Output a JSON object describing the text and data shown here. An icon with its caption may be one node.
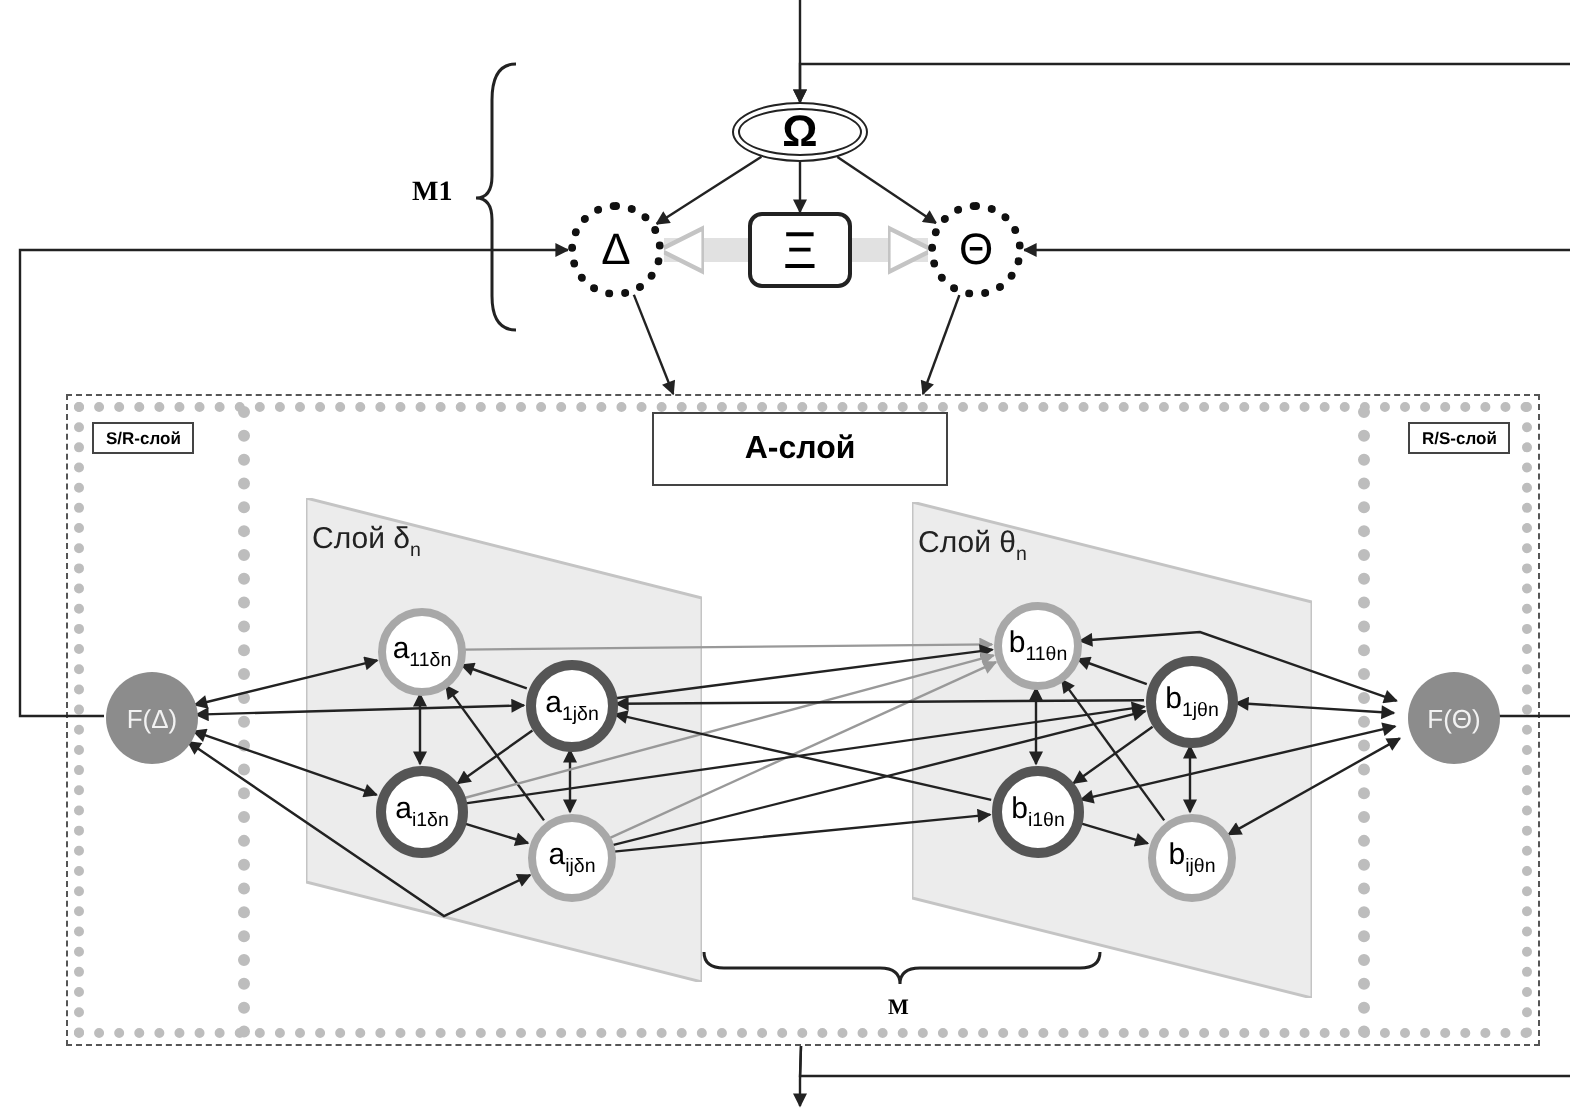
{
  "diagram": {
    "nodes": [
      {
        "text": [
          "Ω"
        ]
      },
      {
        "text": [
          "Δ"
        ]
      },
      {
        "text": [
          "Ξ"
        ]
      },
      {
        "text": [
          "Θ"
        ]
      },
      {
        "text": [],
        "shape": "box"
      },
      {
        "text": [
          "S/R-слой"
        ],
        "in": 4
      },
      {
        "text": [
          "A-слой"
        ],
        "in": 4
      },
      {
        "text": [
          "R/S-слой"
        ],
        "in": 4
      },
      {
        "text": [
          "Слой δ$_{n}$"
        ],
        "in": 4
      },
      {
        "text": [
          "Слой θ$_{n}$"
        ],
        "in": 4
      },
      {
        "text": [
          "F(Δ)"
        ],
        "in": 5
      },
      {
        "text": [
          "a$_{11δn}$"
        ],
        "in": 8
      },
      {
        "text": [
          "a$_{1jδn}$"
        ],
        "in": 8
      },
      {
        "text": [
          "a$_{i1δn}$"
        ],
        "in": 8
      },
      {
        "text": [
          "a$_{ijδn}$"
        ],
        "in": 8
      },
      {
        "text": [
          "b$_{11θn}$"
        ],
        "in": 9
      },
      {
        "text": [
          "b$_{1jθn}$"
        ],
        "in": 9
      },
      {
        "text": [
          "b$_{i1θn}$"
        ],
        "in": 9
      },
      {
        "text": [
          "b$_{ijθn}$"
        ],
        "in": 9
      },
      {
        "text": [
          "F(Θ)"
        ],
        "in": 7
      }
    ],
    "edges": [
      {
        "from": null,
        "to": 0,
        "arrow": "to"
      },
      {
        "from": null,
        "to": 0,
        "arrow": "to"
      },
      {
        "from": 0,
        "to": 1,
        "arrow": "to"
      },
      {
        "from": 0,
        "to": 2,
        "arrow": "to"
      },
      {
        "from": 0,
        "to": 3,
        "arrow": "to"
      },
      {
        "from": 2,
        "to": 1,
        "arrow": "to",
        "style": "thick",
        "color": "#d4d4d4"
      },
      {
        "from": 2,
        "to": 3,
        "arrow": "to",
        "style": "thick",
        "color": "#d4d4d4"
      },
      {
        "from": 10,
        "to": 1,
        "arrow": "to"
      },
      {
        "from": null,
        "to": 3,
        "arrow": "to"
      },
      {
        "from": 1,
        "to": 4,
        "arrow": "to"
      },
      {
        "from": 3,
        "to": 4,
        "arrow": "to"
      },
      {
        "from": 19,
        "to": null,
        "arrow": "none"
      },
      {
        "from": 4,
        "to": null,
        "arrow": "to"
      },
      {
        "from": 4,
        "to": null,
        "arrow": "none"
      },
      {
        "from": 10,
        "to": 11,
        "arrow": "both"
      },
      {
        "from": 10,
        "to": 12,
        "arrow": "both"
      },
      {
        "from": 10,
        "to": 13,
        "arrow": "both"
      },
      {
        "from": 10,
        "to": 14,
        "arrow": "both"
      },
      {
        "from": 19,
        "to": 15,
        "arrow": "both"
      },
      {
        "from": 19,
        "to": 16,
        "arrow": "both"
      },
      {
        "from": 19,
        "to": 17,
        "arrow": "both"
      },
      {
        "from": 19,
        "to": 18,
        "arrow": "both"
      },
      {
        "from": 11,
        "to": 13,
        "arrow": "both"
      },
      {
        "from": 12,
        "to": 14,
        "arrow": "both"
      },
      {
        "from": 12,
        "to": 11,
        "arrow": "to"
      },
      {
        "from": 14,
        "to": 11,
        "arrow": "to"
      },
      {
        "from": 12,
        "to": 13,
        "arrow": "to"
      },
      {
        "from": 13,
        "to": 14,
        "arrow": "to"
      },
      {
        "from": 15,
        "to": 17,
        "arrow": "both"
      },
      {
        "from": 16,
        "to": 18,
        "arrow": "both"
      },
      {
        "from": 16,
        "to": 15,
        "arrow": "to"
      },
      {
        "from": 18,
        "to": 15,
        "arrow": "to"
      },
      {
        "from": 16,
        "to": 17,
        "arrow": "to"
      },
      {
        "from": 17,
        "to": 18,
        "arrow": "to"
      },
      {
        "from": 11,
        "to": 15,
        "arrow": "to",
        "color": "#999999"
      },
      {
        "from": 12,
        "to": 15,
        "arrow": "to"
      },
      {
        "from": 13,
        "to": 15,
        "arrow": "to",
        "color": "#999999"
      },
      {
        "from": 14,
        "to": 15,
        "arrow": "to",
        "color": "#999999"
      },
      {
        "from": 16,
        "to": 12,
        "arrow": "to"
      },
      {
        "from": 13,
        "to": 16,
        "arrow": "to"
      },
      {
        "from": 14,
        "to": 16,
        "arrow": "to"
      },
      {
        "from": 17,
        "to": 12,
        "arrow": "to"
      },
      {
        "from": 14,
        "to": 17,
        "arrow": "to"
      }
    ],
    "labels": [
      "M1",
      "M"
    ]
  }
}
